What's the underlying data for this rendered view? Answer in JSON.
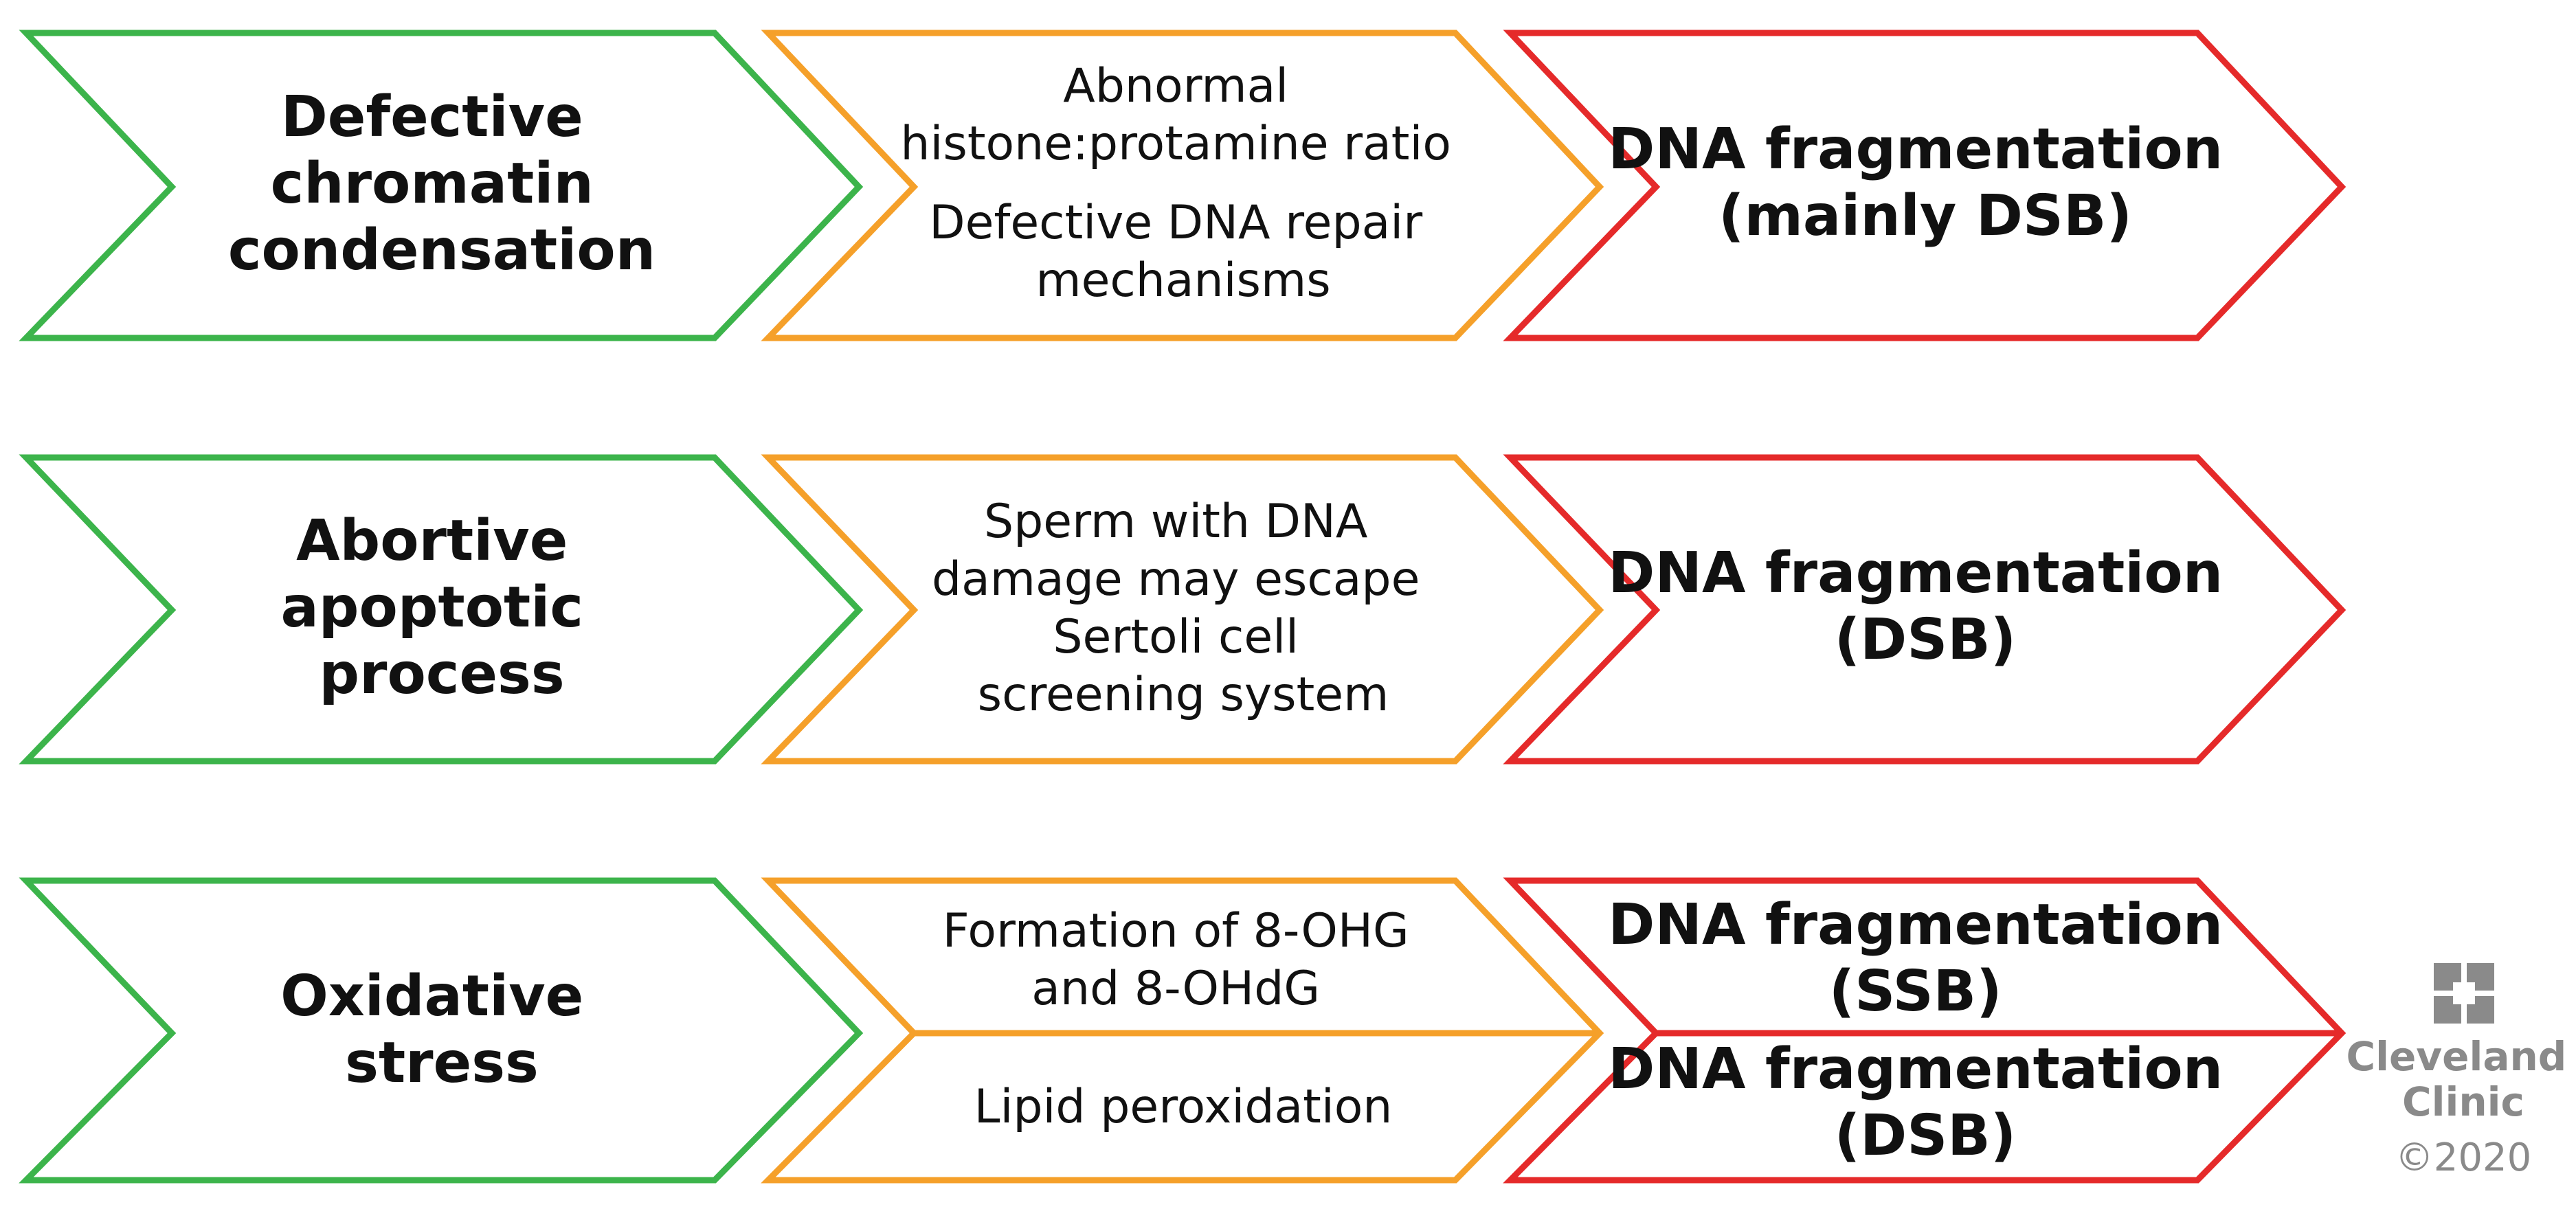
{
  "colors": {
    "cause": "#3cb44b",
    "mechanism": "#f5a02a",
    "outcome": "#e52a2a",
    "logo": "#8a8a8a"
  },
  "rows": [
    {
      "cause": [
        "Defective",
        "chromatin",
        "condensation"
      ],
      "mechanisms": [
        [
          "Abnormal",
          "histone:protamine ratio"
        ],
        [
          "Defective DNA repair",
          "mechanisms"
        ]
      ],
      "outcomes": [
        [
          "DNA fragmentation",
          "(mainly DSB)"
        ]
      ]
    },
    {
      "cause": [
        "Abortive",
        "apoptotic",
        "process"
      ],
      "mechanisms": [
        [
          "Sperm with DNA",
          "damage may escape",
          "Sertoli cell",
          "screening system"
        ]
      ],
      "outcomes": [
        [
          "DNA fragmentation",
          "(DSB)"
        ]
      ]
    },
    {
      "cause": [
        "Oxidative",
        "stress"
      ],
      "mechanisms": [
        [
          "Formation of 8-OHG",
          "and 8-OHdG"
        ],
        [
          "Lipid peroxidation"
        ]
      ],
      "outcomes": [
        [
          "DNA fragmentation",
          "(SSB)"
        ],
        [
          "DNA fragmentation",
          "(DSB)"
        ]
      ]
    }
  ],
  "logo": {
    "icon": "cleveland-clinic-cross-icon",
    "line1": "Cleveland",
    "line2": "Clinic",
    "copyright": "©2020"
  }
}
